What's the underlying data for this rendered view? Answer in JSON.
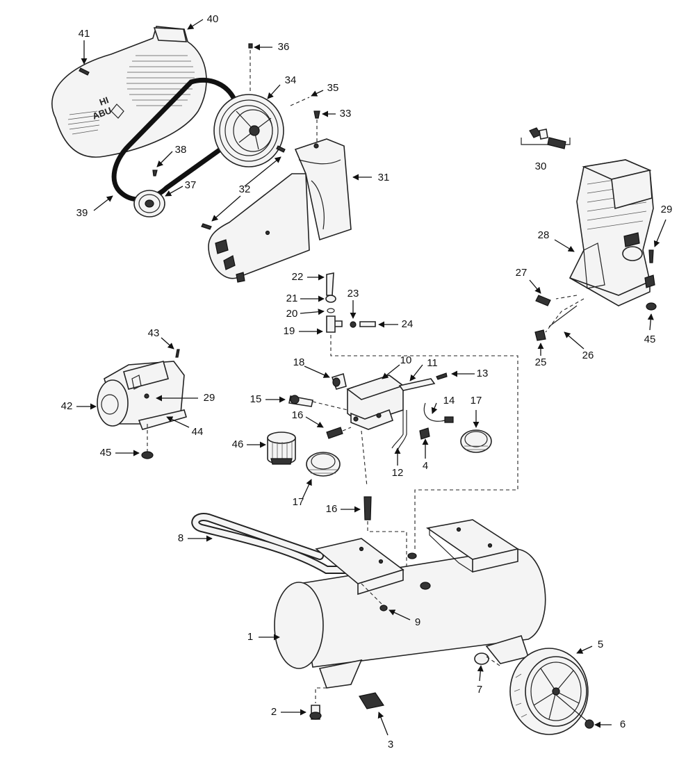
{
  "diagram": {
    "logo_lines": [
      "HI",
      "ABU"
    ],
    "labels": [
      {
        "id": "1",
        "text": "1"
      },
      {
        "id": "2",
        "text": "2"
      },
      {
        "id": "3",
        "text": "3"
      },
      {
        "id": "4",
        "text": "4"
      },
      {
        "id": "5",
        "text": "5"
      },
      {
        "id": "6",
        "text": "6"
      },
      {
        "id": "7",
        "text": "7"
      },
      {
        "id": "8",
        "text": "8"
      },
      {
        "id": "9",
        "text": "9"
      },
      {
        "id": "10",
        "text": "10"
      },
      {
        "id": "11",
        "text": "11"
      },
      {
        "id": "12",
        "text": "12"
      },
      {
        "id": "13",
        "text": "13"
      },
      {
        "id": "14",
        "text": "14"
      },
      {
        "id": "15",
        "text": "15"
      },
      {
        "id": "16a",
        "text": "16"
      },
      {
        "id": "16b",
        "text": "16"
      },
      {
        "id": "17a",
        "text": "17"
      },
      {
        "id": "17b",
        "text": "17"
      },
      {
        "id": "18",
        "text": "18"
      },
      {
        "id": "19",
        "text": "19"
      },
      {
        "id": "20",
        "text": "20"
      },
      {
        "id": "21",
        "text": "21"
      },
      {
        "id": "22",
        "text": "22"
      },
      {
        "id": "23",
        "text": "23"
      },
      {
        "id": "24",
        "text": "24"
      },
      {
        "id": "25",
        "text": "25"
      },
      {
        "id": "26",
        "text": "26"
      },
      {
        "id": "27",
        "text": "27"
      },
      {
        "id": "28",
        "text": "28"
      },
      {
        "id": "29a",
        "text": "29"
      },
      {
        "id": "29b",
        "text": "29"
      },
      {
        "id": "30",
        "text": "30"
      },
      {
        "id": "31",
        "text": "31"
      },
      {
        "id": "32",
        "text": "32"
      },
      {
        "id": "33",
        "text": "33"
      },
      {
        "id": "34",
        "text": "34"
      },
      {
        "id": "35",
        "text": "35"
      },
      {
        "id": "36",
        "text": "36"
      },
      {
        "id": "37",
        "text": "37"
      },
      {
        "id": "38",
        "text": "38"
      },
      {
        "id": "39",
        "text": "39"
      },
      {
        "id": "40",
        "text": "40"
      },
      {
        "id": "41",
        "text": "41"
      },
      {
        "id": "42",
        "text": "42"
      },
      {
        "id": "43",
        "text": "43"
      },
      {
        "id": "44",
        "text": "44"
      },
      {
        "id": "45a",
        "text": "45"
      },
      {
        "id": "45b",
        "text": "45"
      },
      {
        "id": "46",
        "text": "46"
      }
    ]
  }
}
